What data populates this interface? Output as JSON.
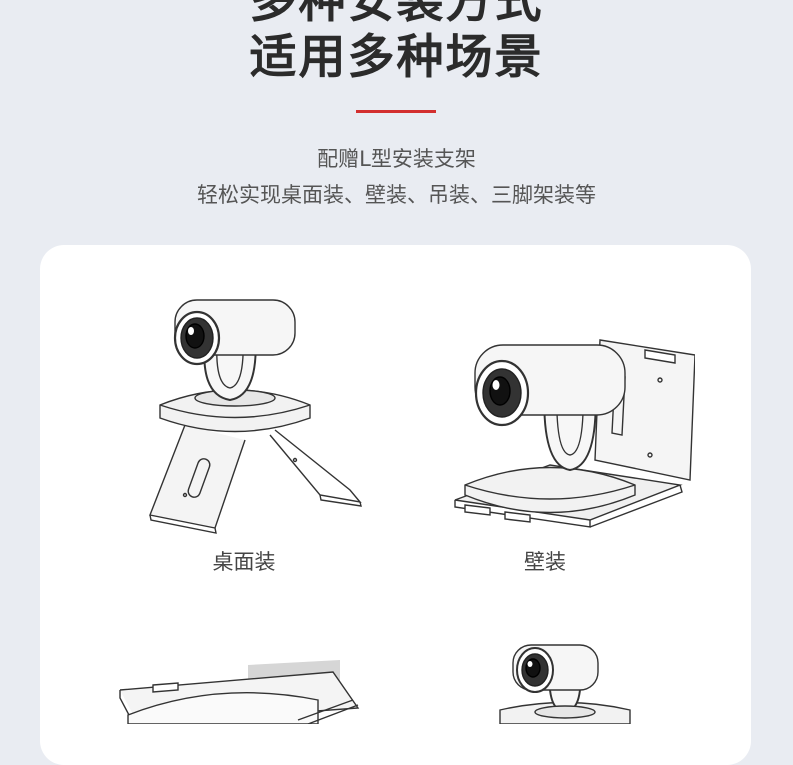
{
  "heading": {
    "line1": "多种安装方式",
    "line2": "适用多种场景"
  },
  "description": {
    "line1": "配赠L型安装支架",
    "line2": "轻松实现桌面装、壁装、吊装、三脚架装等"
  },
  "mounts": [
    {
      "label": "桌面装",
      "icon": "desk-mount-camera-illustration"
    },
    {
      "label": "壁装",
      "icon": "wall-mount-camera-illustration"
    },
    {
      "icon": "ceiling-mount-camera-illustration"
    },
    {
      "icon": "tripod-mount-camera-illustration"
    }
  ],
  "colors": {
    "background": "#e9ecf2",
    "card": "#ffffff",
    "accent": "#d32f2f",
    "heading": "#2b2b2b"
  }
}
